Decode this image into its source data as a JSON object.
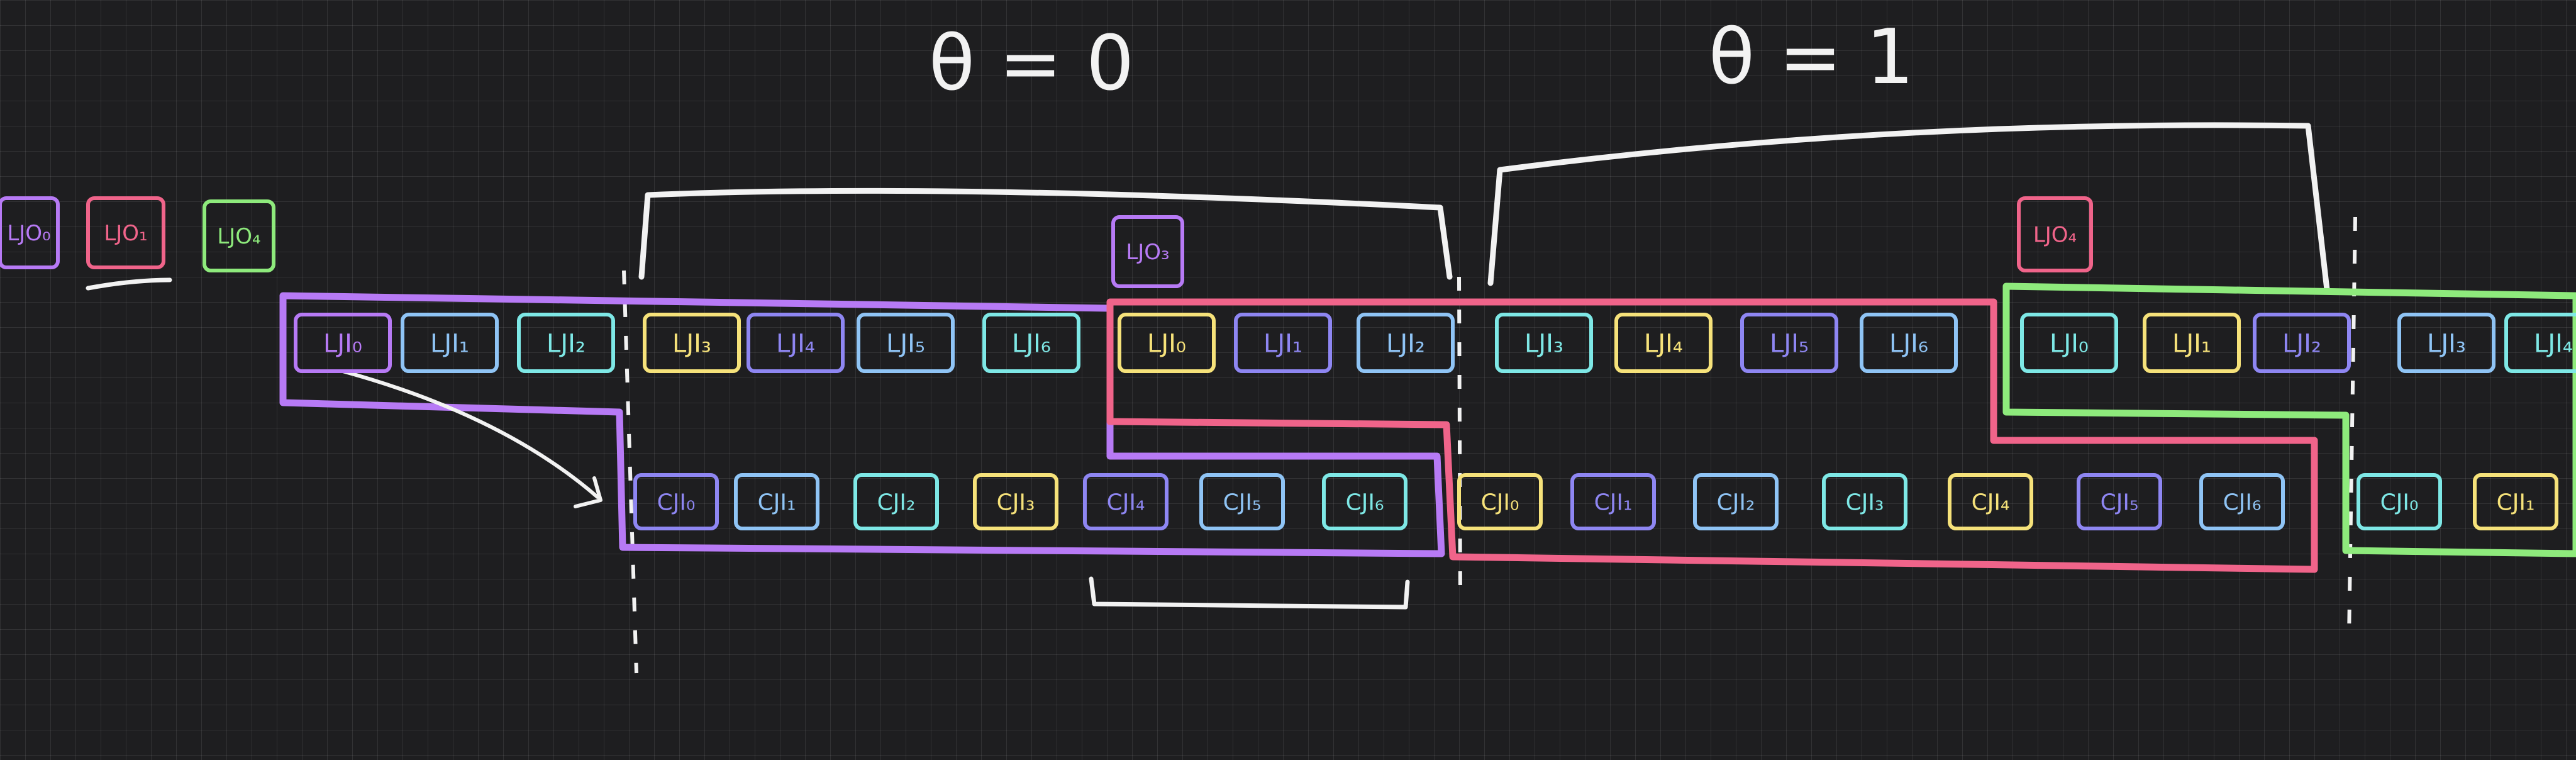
{
  "titles": {
    "theta0": "θ = 0",
    "theta1": "θ = 1"
  },
  "colors": {
    "background": "#1e1e20",
    "purple": "#b77af5",
    "pink": "#f0648a",
    "green": "#8eea7c",
    "yellow": "#f6e27a",
    "blue": "#8fc4f5",
    "cyan": "#7ee8e6",
    "violet": "#8e86f2",
    "white": "#f2f2f2"
  },
  "outputs": [
    {
      "label": "LJO₀",
      "color": "purple"
    },
    {
      "label": "LJO₁",
      "color": "pink"
    },
    {
      "label": "LJO₄",
      "color": "green"
    },
    {
      "label": "LJO₃",
      "color": "purple"
    },
    {
      "label": "LJO₄",
      "color": "pink"
    }
  ],
  "row1": [
    {
      "label": "LJI₀",
      "color": "purple"
    },
    {
      "label": "LJI₁",
      "color": "blue"
    },
    {
      "label": "LJI₂",
      "color": "cyan"
    },
    {
      "label": "LJI₃",
      "color": "yellow"
    },
    {
      "label": "LJI₄",
      "color": "violet"
    },
    {
      "label": "LJI₅",
      "color": "blue"
    },
    {
      "label": "LJI₆",
      "color": "cyan"
    },
    {
      "label": "LJI₀",
      "color": "yellow"
    },
    {
      "label": "LJI₁",
      "color": "violet"
    },
    {
      "label": "LJI₂",
      "color": "blue"
    },
    {
      "label": "LJI₃",
      "color": "cyan"
    },
    {
      "label": "LJI₄",
      "color": "yellow"
    },
    {
      "label": "LJI₅",
      "color": "violet"
    },
    {
      "label": "LJI₆",
      "color": "blue"
    },
    {
      "label": "LJI₀",
      "color": "cyan"
    },
    {
      "label": "LJI₁",
      "color": "yellow"
    },
    {
      "label": "LJI₂",
      "color": "violet"
    },
    {
      "label": "LJI₃",
      "color": "blue"
    },
    {
      "label": "LJI₄",
      "color": "cyan"
    }
  ],
  "row2": [
    {
      "label": "CJI₀",
      "color": "violet"
    },
    {
      "label": "CJI₁",
      "color": "blue"
    },
    {
      "label": "CJI₂",
      "color": "cyan"
    },
    {
      "label": "CJI₃",
      "color": "yellow"
    },
    {
      "label": "CJI₄",
      "color": "violet"
    },
    {
      "label": "CJI₅",
      "color": "blue"
    },
    {
      "label": "CJI₆",
      "color": "cyan"
    },
    {
      "label": "CJI₀",
      "color": "yellow"
    },
    {
      "label": "CJI₁",
      "color": "violet"
    },
    {
      "label": "CJI₂",
      "color": "blue"
    },
    {
      "label": "CJI₃",
      "color": "cyan"
    },
    {
      "label": "CJI₄",
      "color": "yellow"
    },
    {
      "label": "CJI₅",
      "color": "violet"
    },
    {
      "label": "CJI₆",
      "color": "blue"
    },
    {
      "label": "CJI₀",
      "color": "cyan"
    },
    {
      "label": "CJI₁",
      "color": "yellow"
    }
  ]
}
